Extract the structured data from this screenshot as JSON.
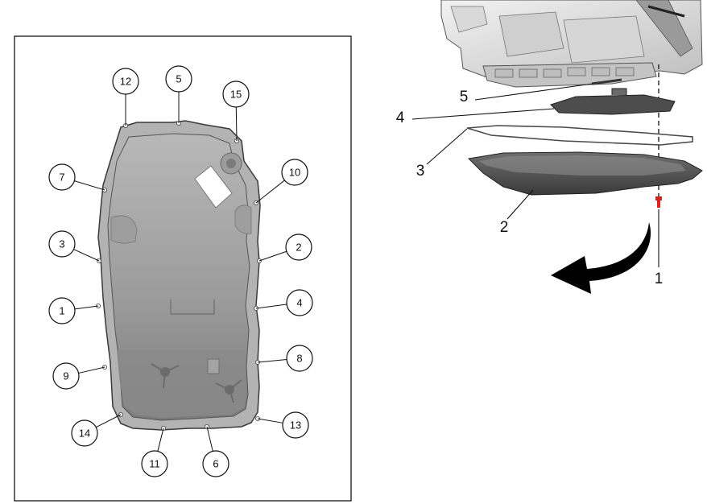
{
  "left_panel": {
    "callouts": [
      {
        "id": "12",
        "label": "12"
      },
      {
        "id": "5",
        "label": "5"
      },
      {
        "id": "15",
        "label": "15"
      },
      {
        "id": "7",
        "label": "7"
      },
      {
        "id": "10",
        "label": "10"
      },
      {
        "id": "3",
        "label": "3"
      },
      {
        "id": "2",
        "label": "2"
      },
      {
        "id": "1",
        "label": "1"
      },
      {
        "id": "4",
        "label": "4"
      },
      {
        "id": "9",
        "label": "9"
      },
      {
        "id": "8",
        "label": "8"
      },
      {
        "id": "14",
        "label": "14"
      },
      {
        "id": "13",
        "label": "13"
      },
      {
        "id": "11",
        "label": "11"
      },
      {
        "id": "6",
        "label": "6"
      }
    ]
  },
  "right_panel": {
    "parts": [
      {
        "id": "5",
        "label": "5"
      },
      {
        "id": "4",
        "label": "4"
      },
      {
        "id": "3",
        "label": "3"
      },
      {
        "id": "2",
        "label": "2"
      },
      {
        "id": "1",
        "label": "1"
      }
    ]
  },
  "colors": {
    "pan_fill": "#a9a9a9",
    "pan_inner": "#8f8f8f",
    "flange": "#bdbdbd",
    "outline": "#2b2b2b",
    "bolt_accent": "#e0201a",
    "arrow": "#000000"
  }
}
